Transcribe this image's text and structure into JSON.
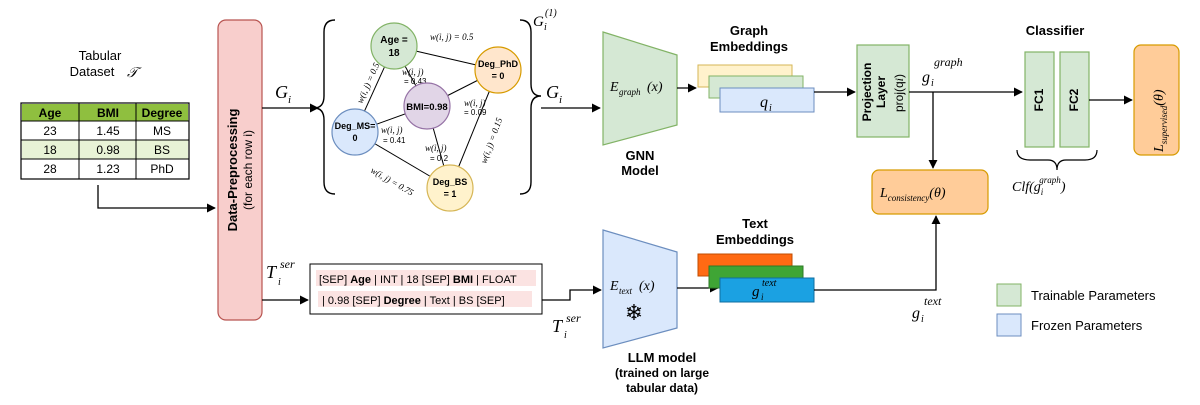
{
  "dataset": {
    "title_line1": "Tabular",
    "title_line2": "Dataset",
    "symbol": "𝒯",
    "headers": [
      "Age",
      "BMI",
      "Degree"
    ],
    "rows": [
      [
        "23",
        "1.45",
        "MS"
      ],
      [
        "18",
        "0.98",
        "BS"
      ],
      [
        "28",
        "1.23",
        "PhD"
      ]
    ]
  },
  "preprocess": {
    "title": "Data-Preprocessing",
    "subtitle": "(for each row i)"
  },
  "graph": {
    "gi_label": "G",
    "gi_sub": "i",
    "gi1_label": "G",
    "gi1_sub": "i",
    "gi1_sup": "(1)",
    "nodes": [
      {
        "id": "age",
        "line1": "Age =",
        "line2": "18",
        "color": "#d5e8d4"
      },
      {
        "id": "phd",
        "line1": "Deg_PhD",
        "line2": "= 0",
        "color": "#ffe6cc"
      },
      {
        "id": "bmi",
        "line1": "BMI=0.98",
        "line2": "",
        "color": "#e1d5e7"
      },
      {
        "id": "ms",
        "line1": "Deg_MS=",
        "line2": "0",
        "color": "#dae8fc"
      },
      {
        "id": "bs",
        "line1": "Deg_BS",
        "line2": "= 1",
        "color": "#fff2cc"
      }
    ],
    "edge_labels": {
      "age_phd": "w(i, j) = 0.5",
      "age_ms": "w(i, j) = 0.5",
      "age_bmi_expr": "w(i, j)",
      "age_bmi_val": "= 0.43",
      "bmi_phd_expr": "w(i, j)",
      "bmi_phd_val": "= 0.09",
      "ms_bmi_expr": "w(i, j)",
      "ms_bmi_val": "= 0.41",
      "bmi_bs_expr": "w(i, j)",
      "bmi_bs_val": "= 0.2",
      "phd_bs": "w(i, j) = 0.15",
      "ms_bs": "w(i, j) = 0.75"
    }
  },
  "gnn": {
    "encoder": "E",
    "encoder_sub": "graph",
    "encoder_arg": "(x)",
    "label_line1": "GNN",
    "label_line2": "Model",
    "gi_out": "G",
    "gi_out_sub": "i"
  },
  "graph_embeddings": {
    "title_line1": "Graph",
    "title_line2": "Embeddings",
    "q_label": "q",
    "q_sub": "i",
    "colors": [
      "#fff2cc",
      "#d5e8d4",
      "#dae8fc"
    ]
  },
  "projection": {
    "line1": "Projection",
    "line2": "Layer",
    "line3": "proj(q",
    "line3_sub": "i",
    "line3_end": ")",
    "out": "g",
    "out_sub": "i",
    "out_sup": "graph"
  },
  "classifier": {
    "title": "Classifier",
    "fc1": "FC1",
    "fc2": "FC2",
    "clf_label": "Clf(g",
    "clf_sub": "i",
    "clf_sup": "graph",
    "clf_end": ")"
  },
  "losses": {
    "supervised": "L",
    "supervised_sub": "supervised",
    "supervised_arg": "(θ)",
    "consistency": "L",
    "consistency_sub": "consistency",
    "consistency_arg": "(θ)"
  },
  "text_branch": {
    "t_label": "T",
    "t_sub": "i",
    "t_sup": "ser",
    "serialized_line1_parts": [
      "[SEP] ",
      "Age",
      " | INT | 18 [SEP] ",
      "BMI",
      " | FLOAT"
    ],
    "serialized_line2_parts": [
      "| 0.98 [SEP] ",
      "Degree",
      " | Text | BS [SEP]"
    ],
    "encoder": "E",
    "encoder_sub": "text",
    "encoder_arg": "(x)",
    "llm_line1": "LLM model",
    "llm_line2": "(trained on large",
    "llm_line3": "tabular data)",
    "emb_title_line1": "Text",
    "emb_title_line2": "Embeddings",
    "g_text": "g",
    "g_text_sub": "i",
    "g_text_sup": "text",
    "emb_colors": [
      "#ff6a13",
      "#3fa535",
      "#1ba1e2"
    ]
  },
  "legend": {
    "trainable": "Trainable Parameters",
    "frozen": "Frozen Parameters",
    "trainable_color": "#d5e8d4",
    "frozen_color": "#dae8fc"
  },
  "colors": {
    "preprocess_fill": "#f8cecc",
    "loss_fill": "#ffcc99",
    "table_header": "#8fbf3f",
    "table_alt_row": "#e8f3d6"
  }
}
